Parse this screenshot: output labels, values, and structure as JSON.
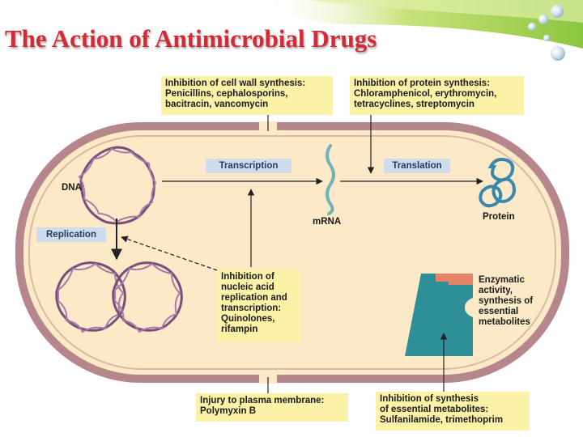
{
  "title": "The Action of Antimicrobial Drugs",
  "colors": {
    "title": "#d22b36",
    "cell_fill": "#fbe9c8",
    "cell_wall": "#b5868b",
    "callout_fill": "#fbf1a7",
    "process_chip": "#cfdcec",
    "dna_strand": "#7a4d7b",
    "mrna": "#6fb3b7",
    "protein": "#3a87ad",
    "enzyme": "#2e8f99",
    "substrate": "#e48467"
  },
  "callouts": {
    "cell_wall": [
      "Inhibition of cell wall synthesis:",
      "Penicillins, cephalosporins,",
      "bacitracin, vancomycin"
    ],
    "protein_synthesis": [
      "Inhibition of protein synthesis:",
      "Chloramphenicol, erythromycin,",
      "tetracyclines, streptomycin"
    ],
    "nucleic_acid": [
      "Inhibition of",
      "nucleic acid",
      "replication and",
      "transcription:",
      "Quinolones,",
      "rifampin"
    ],
    "plasma_membrane": [
      "Injury to plasma membrane:",
      "Polymyxin B"
    ],
    "metabolites": [
      "Inhibition of synthesis",
      "of essential metabolites:",
      "Sulfanilamide, trimethoprim"
    ]
  },
  "processes": {
    "transcription": "Transcription",
    "translation": "Translation",
    "replication": "Replication"
  },
  "labels": {
    "dna": "DNA",
    "mrna": "mRNA",
    "protein": "Protein",
    "enzymatic": [
      "Enzymatic",
      "activity,",
      "synthesis of",
      "essential",
      "metabolites"
    ]
  }
}
